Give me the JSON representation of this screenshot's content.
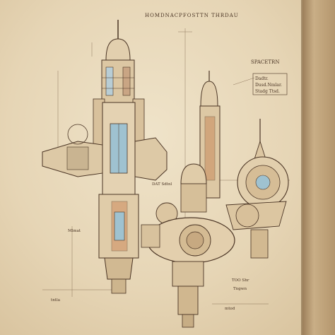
{
  "title": "HOMDNACPFOSTTN  THRDAU",
  "labels": {
    "top_right": "SPACETRN",
    "box_line1": "Dadtr.",
    "box_line2": "Dusd.Nmlar.",
    "box_line3": "Stadg Ttsd.",
    "mid_note": "DAT Sdtnl",
    "lower_left": "Mlmat",
    "lower_mid": "TOO Shr",
    "lower_right": "Tngwn",
    "bottom_left": "tntla",
    "bottom_right": "mtod"
  },
  "colors": {
    "paper": "#e8d8b9",
    "ink": "#4a3424",
    "blue": "#8fb7c9",
    "rust": "#c97a4a"
  }
}
